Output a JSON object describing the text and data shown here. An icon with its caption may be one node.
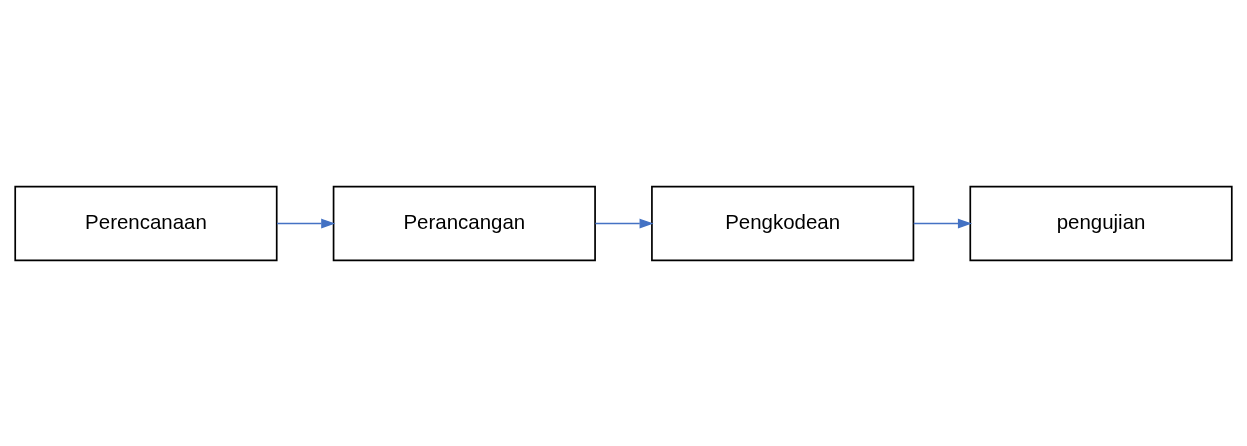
{
  "diagram": {
    "nodes": [
      {
        "text": [
          "Perencanaan"
        ]
      },
      {
        "text": [
          "Perancangan"
        ]
      },
      {
        "text": [
          "Pengkodean"
        ]
      },
      {
        "text": [
          "pengujian"
        ]
      }
    ],
    "edges": [
      {
        "from": 0,
        "to": 1,
        "arrow": "to"
      },
      {
        "from": 1,
        "to": 2,
        "arrow": "to"
      },
      {
        "from": 2,
        "to": 3,
        "arrow": "to"
      }
    ]
  }
}
